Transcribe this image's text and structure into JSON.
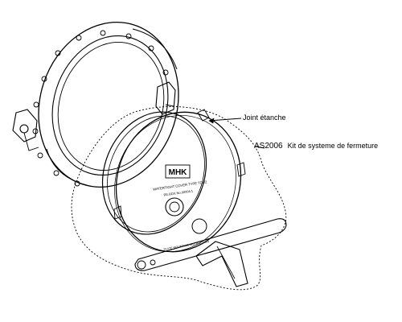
{
  "diagram": {
    "brand_mark": "MHK",
    "plate_text": [
      "WATERTIGHT COVER TYPE TCL/2",
      "RE.BOX No.00004.1",
      "PLATE MOUNTING INSTRUCTION"
    ],
    "labels": {
      "gasket": "Joint étanche",
      "kit_code": "AS2006",
      "kit": "Kit de systeme de fermeture"
    },
    "colors": {
      "line": "#000000",
      "background": "#ffffff"
    }
  }
}
